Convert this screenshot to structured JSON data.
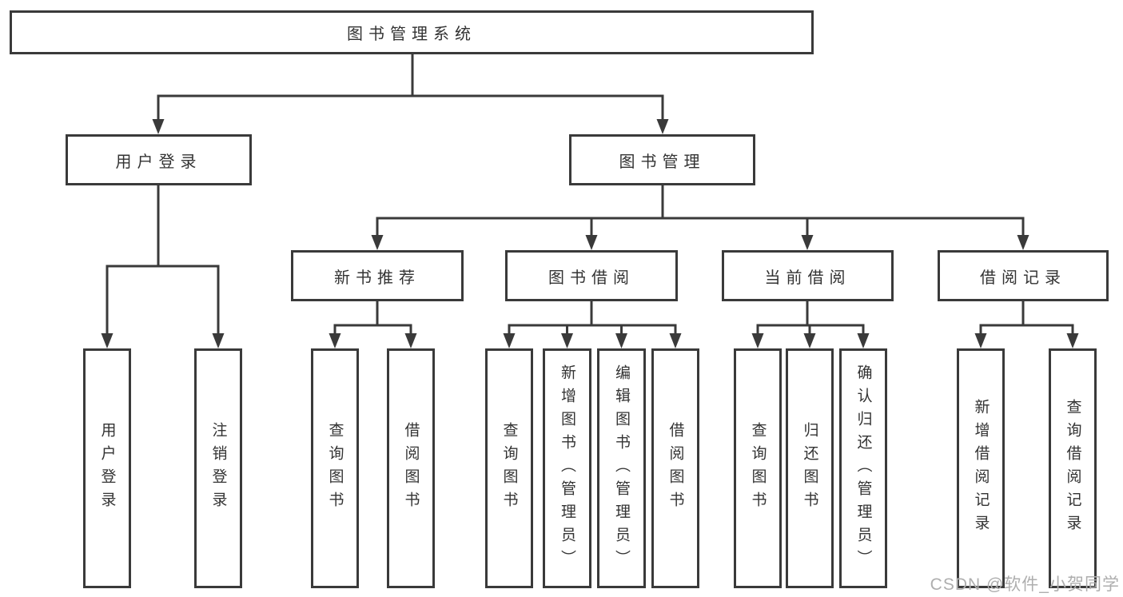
{
  "diagram_title": "图书管理系统",
  "nodes": {
    "root": {
      "label": "图书管理系统"
    },
    "user_login": {
      "label": "用户登录"
    },
    "book_mgmt": {
      "label": "图书管理"
    },
    "login_leaf": {
      "label": "用户登录"
    },
    "logout_leaf": {
      "label": "注销登录"
    },
    "new_book_rec": {
      "label": "新书推荐"
    },
    "book_borrow": {
      "label": "图书借阅"
    },
    "current_borrow": {
      "label": "当前借阅"
    },
    "borrow_records": {
      "label": "借阅记录"
    },
    "rec_query_books": {
      "label": "查询图书"
    },
    "rec_borrow_books": {
      "label": "借阅图书"
    },
    "bb_query_books": {
      "label": "查询图书"
    },
    "bb_add_books": {
      "label": "新增图书（管理员）"
    },
    "bb_edit_books": {
      "label": "编辑图书（管理员）"
    },
    "bb_borrow_books": {
      "label": "借阅图书"
    },
    "cb_query_books": {
      "label": "查询图书"
    },
    "cb_return_books": {
      "label": "归还图书"
    },
    "cb_confirm_return": {
      "label": "确认归还（管理员）"
    },
    "br_add_record": {
      "label": "新增借阅记录"
    },
    "br_query_record": {
      "label": "查询借阅记录"
    }
  },
  "watermark": {
    "text": "CSDN @软件_小贺同学"
  },
  "colors": {
    "line": "#3a3a3a",
    "box_fill": "#ffffff",
    "text": "#333333",
    "watermark": "#aeaeae"
  }
}
